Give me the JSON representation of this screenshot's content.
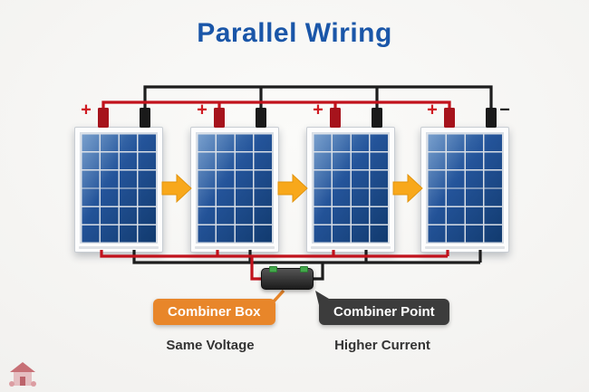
{
  "title": "Parallel Wiring",
  "polarity": {
    "plus": "+",
    "minus": "−"
  },
  "badges": {
    "combiner_box": "Combiner Box",
    "combiner_point": "Combiner Point"
  },
  "captions": {
    "same_voltage": "Same Voltage",
    "higher_current": "Higher Current"
  },
  "panels": {
    "count": 4
  },
  "colors": {
    "title_blue": "#1a56a8",
    "positive_wire_red": "#c1121c",
    "negative_wire_black": "#1d1d1d",
    "flow_arrow_orange": "#f8a81b",
    "combiner_box_badge": "#e8862a",
    "combiner_point_badge": "#3c3c3c",
    "panel_cell_blue": "#24549a"
  }
}
